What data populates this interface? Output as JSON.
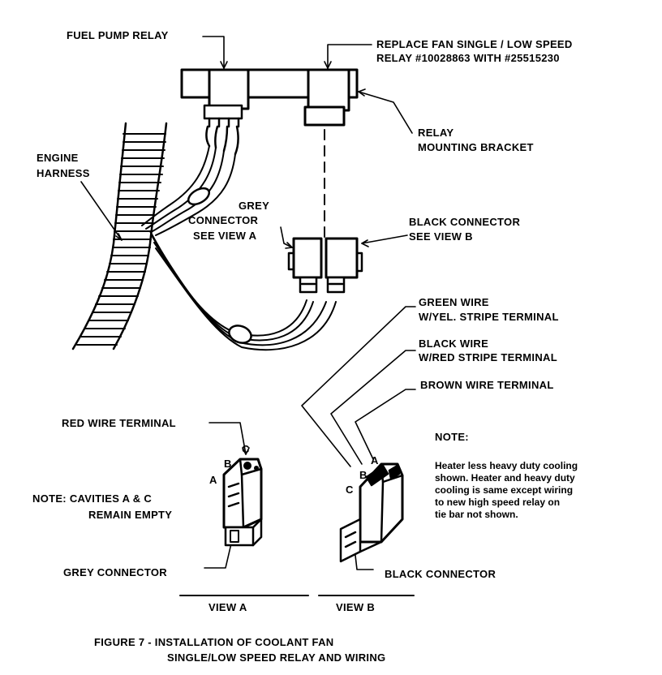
{
  "labels": {
    "fuel_pump_relay": "FUEL PUMP RELAY",
    "replace_fan_line1": "REPLACE FAN SINGLE / LOW SPEED",
    "replace_fan_line2": "RELAY #10028863 WITH #25515230",
    "relay_mounting_line1": "RELAY",
    "relay_mounting_line2": "MOUNTING BRACKET",
    "engine_line1": "ENGINE",
    "engine_line2": "HARNESS",
    "grey_conn_line1": "GREY",
    "grey_conn_line2": "CONNECTOR",
    "grey_conn_line3": "SEE VIEW A",
    "black_conn_line1": "BLACK CONNECTOR",
    "black_conn_line2": "SEE VIEW B",
    "green_wire_line1": "GREEN WIRE",
    "green_wire_line2": "W/YEL. STRIPE TERMINAL",
    "black_wire_line1": "BLACK WIRE",
    "black_wire_line2": "W/RED STRIPE TERMINAL",
    "brown_wire": "BROWN WIRE TERMINAL",
    "red_wire": "RED WIRE TERMINAL",
    "cavities_line1": "NOTE: CAVITIES A & C",
    "cavities_line2": "REMAIN EMPTY",
    "grey_connector": "GREY CONNECTOR",
    "black_connector": "BLACK CONNECTOR",
    "view_a": "VIEW A",
    "view_b": "VIEW B",
    "terminal_a_left": "A",
    "terminal_b_left": "B",
    "terminal_c_left": "C",
    "terminal_a_right": "A",
    "terminal_b_right": "B",
    "terminal_c_right": "C"
  },
  "note": {
    "title": "NOTE:",
    "body": "Heater less heavy duty cooling\nshown. Heater and heavy duty\ncooling is same except wiring\nto new high speed relay on\ntie bar not shown."
  },
  "caption": {
    "line1": "FIGURE 7 - INSTALLATION OF COOLANT FAN",
    "line2": "SINGLE/LOW SPEED RELAY AND WIRING"
  }
}
